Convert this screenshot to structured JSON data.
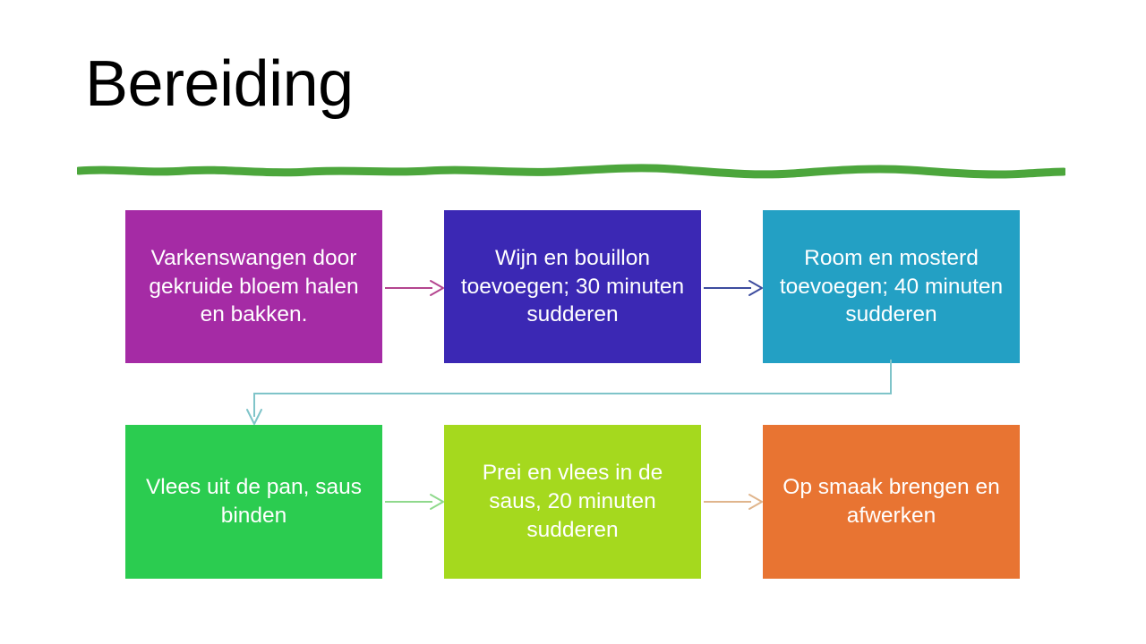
{
  "slide": {
    "title": "Bereiding",
    "background_color": "#ffffff",
    "divider_color": "#4CA63C"
  },
  "flow": {
    "boxes": [
      {
        "id": "box-1",
        "lines": [
          "Varkenswangen",
          "door gekruide",
          "bloem halen en",
          "bakken."
        ],
        "text": "Varkenswangen door gekruide bloem halen en bakken.",
        "fill": "#A52BA5",
        "text_color": "#ffffff"
      },
      {
        "id": "box-2",
        "lines": [
          "Wijn en bouillon",
          "toevoegen; 30",
          "minuten sudderen"
        ],
        "text": "Wijn en bouillon toevoegen; 30 minuten sudderen",
        "fill": "#3B28B4",
        "text_color": "#ffffff"
      },
      {
        "id": "box-3",
        "lines": [
          "Room en mosterd",
          "toevoegen; 40",
          "minuten sudderen"
        ],
        "text": "Room en mosterd toevoegen; 40 minuten sudderen",
        "fill": "#23A0C4",
        "text_color": "#ffffff"
      },
      {
        "id": "box-4",
        "lines": [
          "Vlees uit de pan,",
          "saus binden"
        ],
        "text": "Vlees uit de pan, saus binden",
        "fill": "#2BCC50",
        "text_color": "#ffffff"
      },
      {
        "id": "box-5",
        "lines": [
          "Prei en vlees in de",
          "saus, 20 minuten",
          "sudderen"
        ],
        "text": "Prei en vlees in de saus, 20 minuten sudderen",
        "fill": "#A5D91E",
        "text_color": "#ffffff"
      },
      {
        "id": "box-6",
        "lines": [
          "Op smaak brengen",
          "en afwerken"
        ],
        "text": "Op smaak brengen en afwerken",
        "fill": "#E87432",
        "text_color": "#ffffff"
      }
    ],
    "connectors": [
      {
        "id": "conn-1-2",
        "from": "box-1",
        "to": "box-2",
        "shape": "straight-right",
        "color": "#B4458F"
      },
      {
        "id": "conn-2-3",
        "from": "box-2",
        "to": "box-3",
        "shape": "straight-right",
        "color": "#3D4C9E"
      },
      {
        "id": "conn-3-4",
        "from": "box-3",
        "to": "box-4",
        "shape": "elbow-down-left-down",
        "color": "#7FC4C9"
      },
      {
        "id": "conn-4-5",
        "from": "box-4",
        "to": "box-5",
        "shape": "straight-right",
        "color": "#8FD98C"
      },
      {
        "id": "conn-5-6",
        "from": "box-5",
        "to": "box-6",
        "shape": "straight-right",
        "color": "#E0B58C"
      }
    ]
  }
}
